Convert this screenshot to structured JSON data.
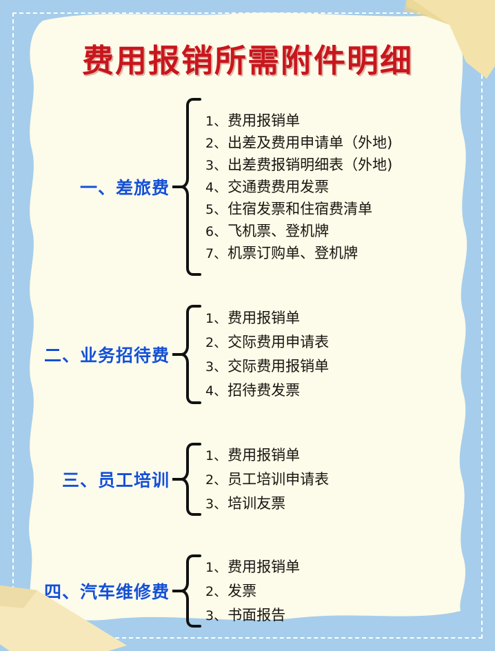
{
  "title": "费用报销所需附件明细",
  "theme": {
    "background_blue": "#a6cdeb",
    "paper_cream": "#fdfbe9",
    "title_red": "#c8161d",
    "section_blue": "#1450d2",
    "item_black": "#181510",
    "tape_yellow": "#f3e3ab",
    "frame_dashed_white": "#ffffff"
  },
  "decorations": [
    {
      "name": "tape-top-right",
      "color": "#f3e3ab"
    },
    {
      "name": "tape-bottom-left",
      "color": "#f3e3ab"
    }
  ],
  "sections": [
    {
      "label": "一、差旅费",
      "items": [
        {
          "num": "1、",
          "text": "费用报销单"
        },
        {
          "num": "2、",
          "text": "出差及费用申请单（外地)"
        },
        {
          "num": "3、",
          "text": "出差费报销明细表（外地)"
        },
        {
          "num": "4、",
          "text": "交通费费用发票"
        },
        {
          "num": "5、",
          "text": "住宿发票和住宿费清单"
        },
        {
          "num": "6、",
          "text": "飞机票、登机牌"
        },
        {
          "num": "7、",
          "text": "机票订购单、登机牌"
        }
      ]
    },
    {
      "label": "二、业务招待费",
      "items": [
        {
          "num": "1、",
          "text": "费用报销单"
        },
        {
          "num": "2、",
          "text": "交际费用申请表"
        },
        {
          "num": "3、",
          "text": "交际费用报销单"
        },
        {
          "num": "4、",
          "text": "招待费发票"
        }
      ]
    },
    {
      "label": "三、员工培训",
      "items": [
        {
          "num": "1、",
          "text": "费用报销单"
        },
        {
          "num": "2、",
          "text": "员工培训申请表"
        },
        {
          "num": "3、",
          "text": "培训友票"
        }
      ]
    },
    {
      "label": "四、汽车维修费",
      "items": [
        {
          "num": "1、",
          "text": "费用报销单"
        },
        {
          "num": "2、",
          "text": "发票"
        },
        {
          "num": "3、",
          "text": "书面报告"
        }
      ]
    }
  ]
}
